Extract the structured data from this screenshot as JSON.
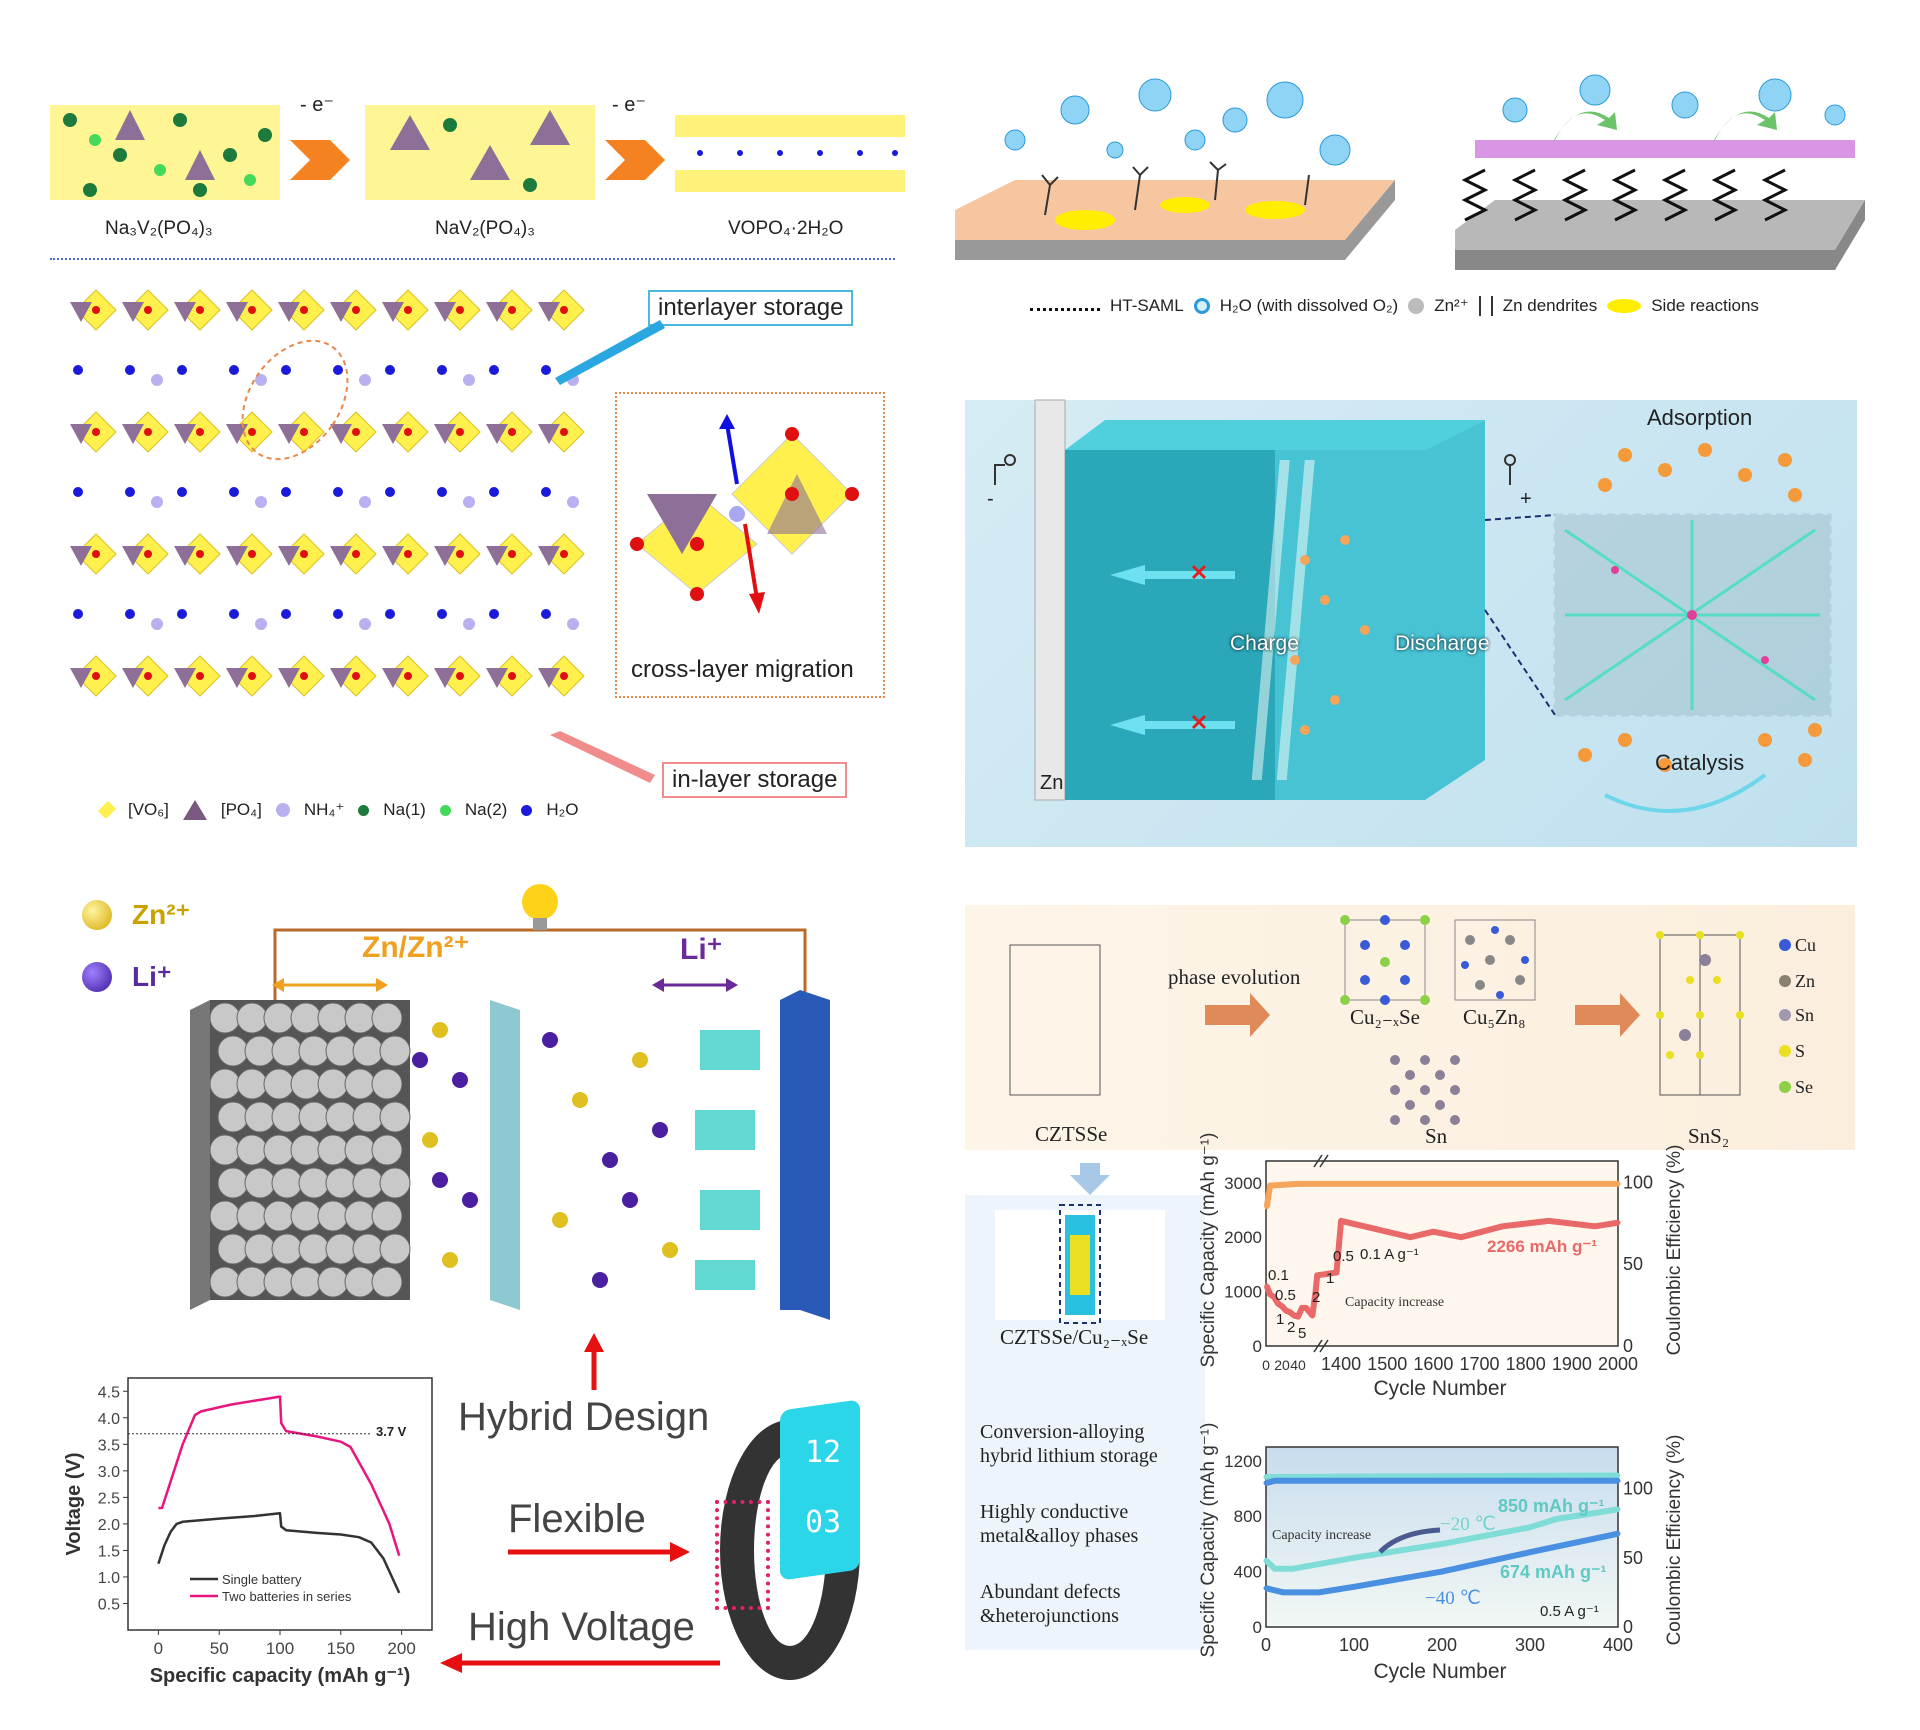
{
  "panel_a": {
    "phases": [
      "Na₃V₂(PO₄)₃",
      "NaV₂(PO₄)₃",
      "VOPO₄·2H₂O"
    ],
    "step_label": "- e⁻",
    "interlayer": "interlayer storage",
    "crosslayer": "cross-layer migration",
    "inlayer": "in-layer storage",
    "legend": [
      "[VO₆]",
      "[PO₄]",
      "NH₄⁺",
      "Na(1)",
      "Na(2)",
      "H₂O"
    ]
  },
  "panel_b": {
    "legend": [
      "HT-SAML",
      "H₂O (with dissolved O₂)",
      "Zn²⁺",
      "Zn dendrites",
      "Side reactions"
    ]
  },
  "panel_c": {
    "adsorption": "Adsorption",
    "charge": "Charge",
    "discharge": "Discharge",
    "catalysis": "Catalysis",
    "zn": "Zn",
    "minus": "-",
    "plus": "+"
  },
  "panel_d": {
    "zn_ion": "Zn²⁺",
    "li_ion": "Li⁺",
    "zn_couple": "Zn/Zn²⁺",
    "li_couple": "Li⁺",
    "hybrid": "Hybrid Design",
    "flexible": "Flexible",
    "high_voltage": "High Voltage",
    "watch_hour": "12",
    "watch_min": "03",
    "ref_line": "3.7 V"
  },
  "panel_e": {
    "phase_evolution": "phase evolution",
    "structures": [
      "CZTSSe",
      "Cu₂₋ₓSe",
      "Cu₅Zn₈",
      "Sn",
      "SnS₂",
      "CZTSSe/Cu₂₋ₓSe"
    ],
    "legend": [
      "Cu",
      "Zn",
      "Sn",
      "S",
      "Se"
    ],
    "features": [
      "Conversion-alloying hybrid lithium storage",
      "Highly conductive metal&alloy phases",
      "Abundant defects &heterojunctions"
    ]
  },
  "colors": {
    "pink": "#e8157f",
    "coral": "#e96868",
    "orange": "#f5a55a",
    "teal": "#6fd3cf",
    "blue": "#4a90e2"
  },
  "chart_data": [
    {
      "type": "line",
      "title": "",
      "xlabel": "Specific capacity (mAh g⁻¹)",
      "ylabel": "Voltage (V)",
      "xlim": [
        -25,
        225
      ],
      "ylim": [
        0,
        4.75
      ],
      "xticks": [
        0,
        50,
        100,
        150,
        200
      ],
      "yticks": [
        0.5,
        1.0,
        1.5,
        2.0,
        2.5,
        3.0,
        3.5,
        4.0,
        4.5
      ],
      "legend": "bottom-center",
      "annotation": "3.7 V",
      "ref_y": 3.7,
      "series": [
        {
          "name": "Single battery",
          "color": "#333333",
          "points": [
            [
              0,
              1.25
            ],
            [
              5,
              1.6
            ],
            [
              10,
              1.85
            ],
            [
              15,
              2.0
            ],
            [
              20,
              2.04
            ],
            [
              50,
              2.1
            ],
            [
              80,
              2.15
            ],
            [
              100,
              2.2
            ],
            [
              101,
              1.95
            ],
            [
              105,
              1.88
            ],
            [
              130,
              1.83
            ],
            [
              150,
              1.8
            ],
            [
              165,
              1.75
            ],
            [
              175,
              1.65
            ],
            [
              185,
              1.35
            ],
            [
              198,
              0.7
            ]
          ]
        },
        {
          "name": "Two batteries in series",
          "color": "#e8157f",
          "points": [
            [
              0,
              2.3
            ],
            [
              3,
              2.3
            ],
            [
              10,
              2.8
            ],
            [
              20,
              3.5
            ],
            [
              30,
              4.05
            ],
            [
              35,
              4.12
            ],
            [
              60,
              4.25
            ],
            [
              100,
              4.4
            ],
            [
              101,
              3.9
            ],
            [
              105,
              3.75
            ],
            [
              130,
              3.65
            ],
            [
              150,
              3.55
            ],
            [
              158,
              3.45
            ],
            [
              175,
              2.75
            ],
            [
              190,
              2.0
            ],
            [
              198,
              1.4
            ]
          ]
        }
      ]
    },
    {
      "type": "scatter",
      "xlabel": "Cycle Number",
      "ylabel": "Specific Capacity (mAh g⁻¹)",
      "y2label": "Coulombic Efficiency (%)",
      "xticks": [
        "0",
        "20",
        "40",
        "1400",
        "1500",
        "1600",
        "1700",
        "1800",
        "1900",
        "2000"
      ],
      "yticks": [
        0,
        1000,
        2000,
        3000
      ],
      "y2ticks": [
        0,
        50,
        100
      ],
      "ylim": [
        0,
        3400
      ],
      "y2lim": [
        0,
        113
      ],
      "broken_x": [
        65,
        1350
      ],
      "rate_labels": [
        "0.1",
        "0.5",
        "1",
        "2",
        "5",
        "2",
        "1",
        "0.5",
        "0.1 A g⁻¹"
      ],
      "annotations": [
        "Capacity increase",
        "2266 mAh g⁻¹"
      ],
      "series": [
        {
          "name": "Coulombic efficiency",
          "axis": "right",
          "color": "#f5a55a",
          "points": [
            [
              1,
              85
            ],
            [
              5,
              98
            ],
            [
              40,
              99
            ],
            [
              1400,
              99
            ],
            [
              1600,
              99
            ],
            [
              1800,
              99
            ],
            [
              2000,
              99
            ]
          ]
        },
        {
          "name": "Specific capacity",
          "axis": "left",
          "color": "#e96868",
          "points": [
            [
              1,
              1100
            ],
            [
              5,
              950
            ],
            [
              10,
              900
            ],
            [
              15,
              780
            ],
            [
              20,
              730
            ],
            [
              25,
              650
            ],
            [
              30,
              620
            ],
            [
              35,
              560
            ],
            [
              40,
              540
            ],
            [
              45,
              700
            ],
            [
              50,
              700
            ],
            [
              58,
              560
            ],
            [
              62,
              1000
            ],
            [
              64,
              1300
            ],
            [
              1390,
              1350
            ],
            [
              1400,
              2300
            ],
            [
              1450,
              2200
            ],
            [
              1550,
              2000
            ],
            [
              1600,
              2100
            ],
            [
              1660,
              2000
            ],
            [
              1750,
              2200
            ],
            [
              1850,
              2300
            ],
            [
              1950,
              2200
            ],
            [
              2000,
              2266
            ]
          ]
        }
      ]
    },
    {
      "type": "scatter",
      "xlabel": "Cycle Number",
      "ylabel": "Specific Capacity (mAh g⁻¹)",
      "y2label": "Coulombic Efficiency (%)",
      "xticks": [
        0,
        100,
        200,
        300,
        400
      ],
      "yticks": [
        0,
        400,
        800,
        1200
      ],
      "y2ticks": [
        0,
        50,
        100
      ],
      "xlim": [
        0,
        400
      ],
      "ylim": [
        0,
        1300
      ],
      "y2lim": [
        0,
        120
      ],
      "annotations": [
        "Capacity increase",
        "−20 ℃",
        "−40 ℃",
        "850 mAh g⁻¹",
        "674 mAh g⁻¹",
        "0.5 A g⁻¹"
      ],
      "series": [
        {
          "name": "CE −20 ℃",
          "axis": "right",
          "color": "#7fdcd6",
          "points": [
            [
              0,
              100
            ],
            [
              400,
              101
            ]
          ]
        },
        {
          "name": "CE −40 ℃",
          "axis": "right",
          "color": "#4a90e2",
          "points": [
            [
              0,
              96
            ],
            [
              10,
              97.5
            ],
            [
              400,
              97.5
            ]
          ]
        },
        {
          "name": "−20 ℃",
          "axis": "left",
          "color": "#7fdcd6",
          "points": [
            [
              0,
              480
            ],
            [
              10,
              420
            ],
            [
              30,
              420
            ],
            [
              100,
              500
            ],
            [
              200,
              600
            ],
            [
              300,
              720
            ],
            [
              330,
              780
            ],
            [
              400,
              850
            ]
          ]
        },
        {
          "name": "−40 ℃",
          "axis": "left",
          "color": "#4a90e2",
          "points": [
            [
              0,
              280
            ],
            [
              20,
              250
            ],
            [
              60,
              250
            ],
            [
              100,
              290
            ],
            [
              200,
              400
            ],
            [
              300,
              540
            ],
            [
              400,
              674
            ]
          ]
        }
      ]
    }
  ]
}
